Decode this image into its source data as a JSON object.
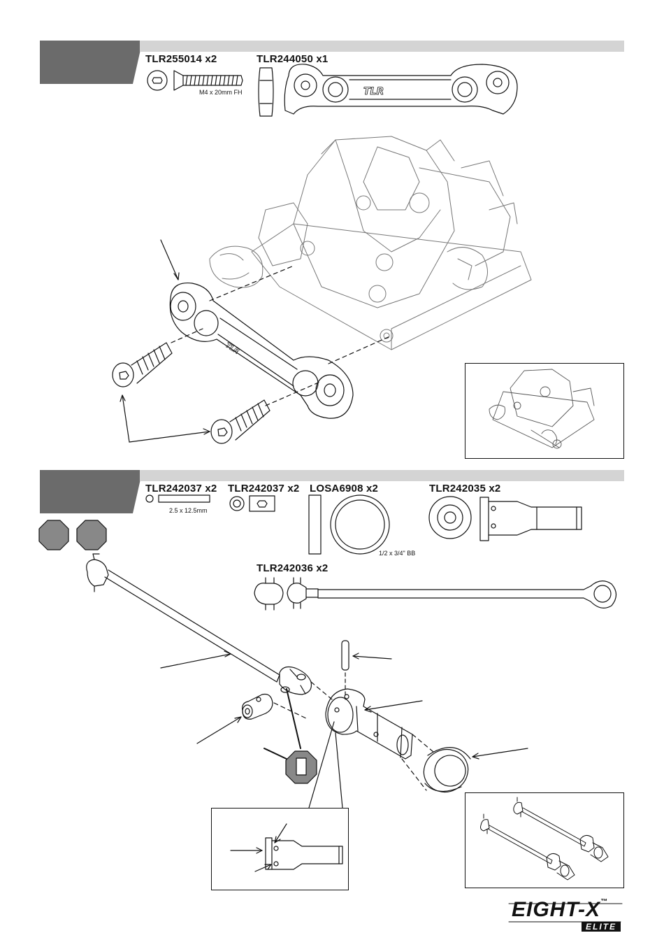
{
  "step1": {
    "parts": [
      {
        "part_no": "TLR255014 x2",
        "spec": "M4 x 20mm FH",
        "icon": "flat-head-screw-icon"
      },
      {
        "part_no": "TLR244050 x1",
        "spec": "",
        "icon": "tlr-brace-icon"
      }
    ],
    "brace_logo": "TLR"
  },
  "step2": {
    "parts": [
      {
        "part_no": "TLR242037 x2",
        "spec": "2.5 x 12.5mm",
        "icon": "pin-icon"
      },
      {
        "part_no": "TLR242037 x2",
        "spec": "",
        "icon": "set-screw-icon"
      },
      {
        "part_no": "LOSA6908 x2",
        "spec": "1/2 x 3/4\" BB",
        "icon": "ball-bearing-icon"
      },
      {
        "part_no": "TLR242035 x2",
        "spec": "",
        "icon": "outdrive-icon"
      },
      {
        "part_no": "TLR242036 x2",
        "spec": "",
        "icon": "cvd-driveshaft-icon"
      }
    ]
  },
  "footer": {
    "brand": "EIGHT-X",
    "sub_brand": "ELITE",
    "trademark": "™"
  },
  "colors": {
    "step_block": "#6b6b6b",
    "banner": "#d4d4d4",
    "line": "#111111"
  }
}
